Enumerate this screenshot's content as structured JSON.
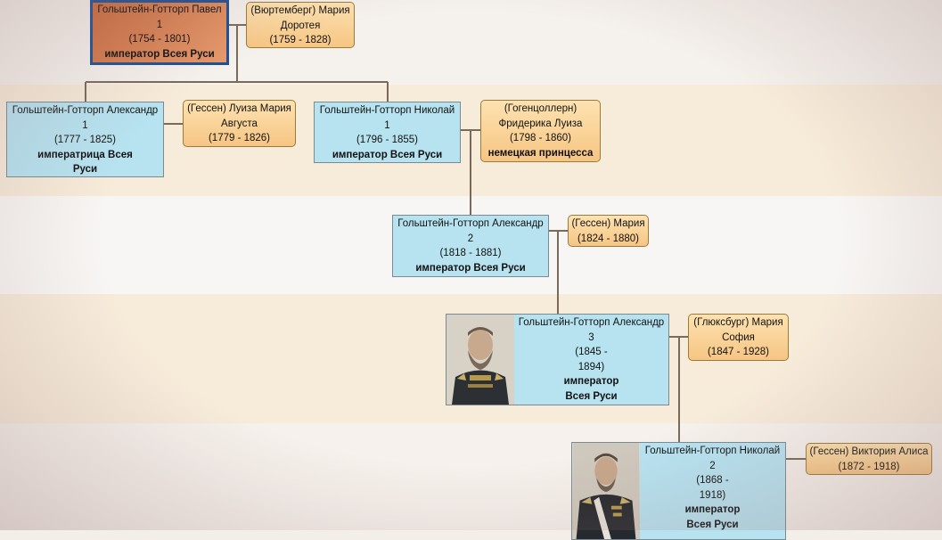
{
  "colors": {
    "person_bg": "#b7e3f1",
    "root_bg": "#d77a4a",
    "root_border": "#1f4f94",
    "spouse_bg": "#f8cf92",
    "line": "#7a6a58"
  },
  "persons": {
    "pavel1": {
      "name": "Гольштейн-Готторп Павел",
      "num": "1",
      "dates": "(1754 - 1801)",
      "title": "император Всея Руси"
    },
    "maria_dorothea": {
      "name": "(Вюртемберг) Мария",
      "name2": "Доротея",
      "dates": "(1759 - 1828)"
    },
    "alexander1": {
      "name": "Гольштейн-Готторп Александр",
      "num": "1",
      "dates": "(1777 - 1825)",
      "title": "императрица Всея",
      "title2": "Руси"
    },
    "luisa": {
      "name": "(Гессен) Луиза Мария",
      "name2": "Августа",
      "dates": "(1779 - 1826)"
    },
    "nikolai1": {
      "name": "Гольштейн-Готторп Николай",
      "num": "1",
      "dates": "(1796 - 1855)",
      "title": "император Всея Руси"
    },
    "friederike": {
      "name": "(Гогенцоллерн)",
      "name2": "Фридерика Луиза",
      "dates": "(1798 - 1860)",
      "title": "немецкая принцесса"
    },
    "alexander2": {
      "name": "Гольштейн-Готторп Александр",
      "num": "2",
      "dates": "(1818 - 1881)",
      "title": "император Всея Руси"
    },
    "maria_hessen": {
      "name": "(Гессен) Мария",
      "dates": "(1824 - 1880)"
    },
    "alexander3": {
      "name": "Гольштейн-Готторп Александр",
      "num": "3",
      "dates1": "(1845 -",
      "dates2": "1894)",
      "title": "император",
      "title2": "Всея Руси"
    },
    "maria_sofia": {
      "name": "(Глюксбург) Мария",
      "name2": "София",
      "dates": "(1847 - 1928)"
    },
    "nikolai2": {
      "name": "Гольштейн-Готторп Николай",
      "num": "2",
      "dates1": "(1868 -",
      "dates2": "1918)",
      "title": "император",
      "title2": "Всея Руси"
    },
    "victoria_alice": {
      "name": "(Гессен) Виктория Алиса",
      "dates": "(1872 - 1918)"
    }
  }
}
